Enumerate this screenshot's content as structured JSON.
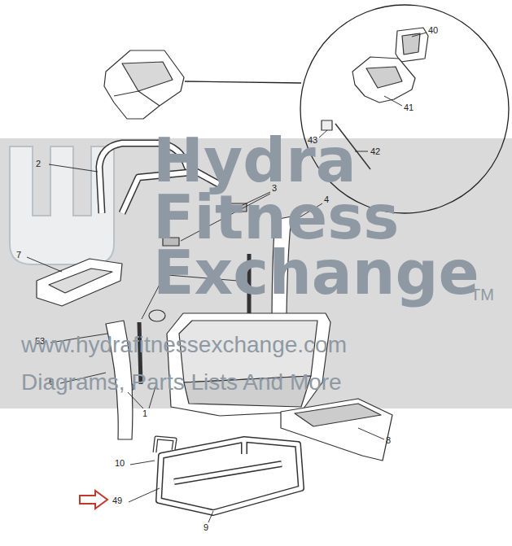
{
  "diagram": {
    "labels": [
      "40",
      "41",
      "43",
      "42",
      "2",
      "3",
      "4",
      "7",
      "*",
      "53",
      "6",
      "1",
      "8",
      "10",
      "49",
      "9",
      "Hydra",
      "Fitness",
      "Exchange",
      "TM",
      "www.hydrafitnessexchange.com",
      "Diagrams, Parts Lists And More"
    ]
  }
}
